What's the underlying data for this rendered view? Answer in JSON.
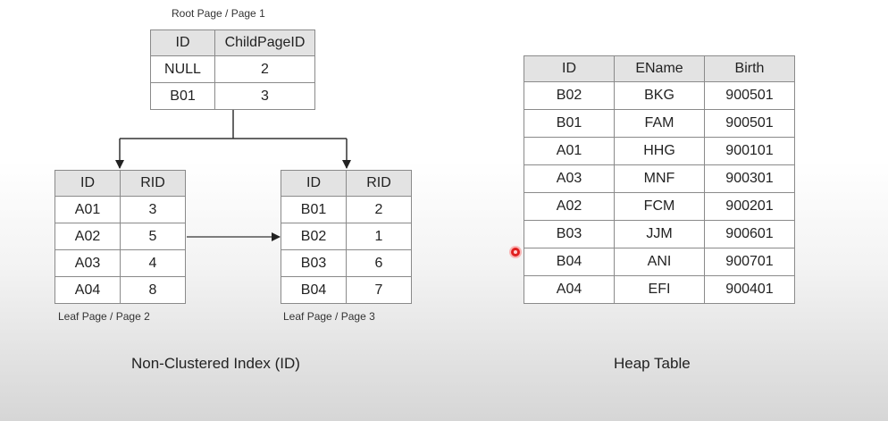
{
  "index": {
    "root": {
      "caption": "Root Page / Page 1",
      "headers": [
        "ID",
        "ChildPageID"
      ],
      "rows": [
        [
          "NULL",
          "2"
        ],
        [
          "B01",
          "3"
        ]
      ]
    },
    "leaf2": {
      "caption": "Leaf Page / Page 2",
      "headers": [
        "ID",
        "RID"
      ],
      "rows": [
        [
          "A01",
          "3"
        ],
        [
          "A02",
          "5"
        ],
        [
          "A03",
          "4"
        ],
        [
          "A04",
          "8"
        ]
      ]
    },
    "leaf3": {
      "caption": "Leaf Page / Page 3",
      "headers": [
        "ID",
        "RID"
      ],
      "rows": [
        [
          "B01",
          "2"
        ],
        [
          "B02",
          "1"
        ],
        [
          "B03",
          "6"
        ],
        [
          "B04",
          "7"
        ]
      ]
    },
    "title": "Non-Clustered Index (ID)"
  },
  "heap": {
    "headers": [
      "ID",
      "EName",
      "Birth"
    ],
    "rows": [
      [
        "B02",
        "BKG",
        "900501"
      ],
      [
        "B01",
        "FAM",
        "900501"
      ],
      [
        "A01",
        "HHG",
        "900101"
      ],
      [
        "A03",
        "MNF",
        "900301"
      ],
      [
        "A02",
        "FCM",
        "900201"
      ],
      [
        "B03",
        "JJM",
        "900601"
      ],
      [
        "B04",
        "ANI",
        "900701"
      ],
      [
        "A04",
        "EFI",
        "900401"
      ]
    ],
    "title": "Heap Table"
  },
  "colors": {
    "header_bg": "#e3e3e3",
    "border": "#8a8a8a",
    "cursor_dot": "#e02020"
  }
}
